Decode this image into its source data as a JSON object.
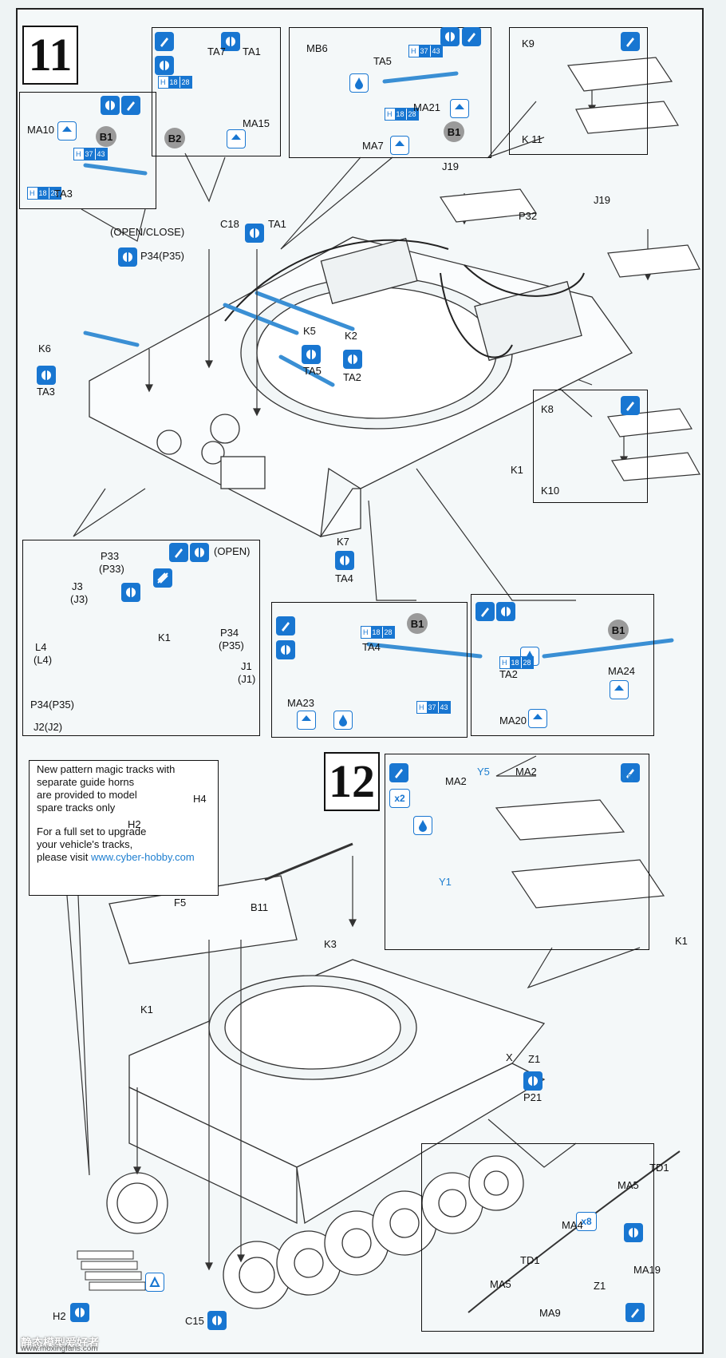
{
  "steps": {
    "s11": "11",
    "s12": "12"
  },
  "labels": {
    "ta7": "TA7",
    "ta1": "TA1",
    "ma15": "MA15",
    "b2": "B2",
    "mb6": "MB6",
    "ta5": "TA5",
    "ma21": "MA21",
    "ma7": "MA7",
    "b1": "B1",
    "k9": "K9",
    "k11": "K 11",
    "ma10": "MA10",
    "ta3": "TA3",
    "open_close": "(OPEN/CLOSE)",
    "p34_p35": "P34(P35)",
    "c18": "C18",
    "ta1b": "TA1",
    "j19a": "J19",
    "p32": "P32",
    "j19b": "J19",
    "k6": "K6",
    "ta3b": "TA3",
    "k5": "K5",
    "k2": "K2",
    "ta5b": "TA5",
    "ta2": "TA2",
    "k8": "K8",
    "k10": "K10",
    "k1": "K1",
    "k7": "K7",
    "ta4": "TA4",
    "p33": "P33",
    "p33b": "(P33)",
    "j3": "J3",
    "j3b": "(J3)",
    "l4": "L4",
    "l4b": "(L4)",
    "p34_p35b": "P34(P35)",
    "j2": "J2(J2)",
    "open": "(OPEN)",
    "k1b": "K1",
    "p34": "P34",
    "p35": "(P35)",
    "j1": "J1",
    "j1b": "(J1)",
    "ta4b": "TA4",
    "ma23": "MA23",
    "ta2b": "TA2",
    "ma24": "MA24",
    "ma20": "MA20",
    "note1": "New pattern magic tracks with",
    "note2": "separate guide horns",
    "note3": "are provided to model",
    "note4": "spare tracks only",
    "note5": "For a full set to upgrade",
    "note6": "your vehicle's tracks,",
    "note7": "please visit",
    "note_link": "www.cyber-hobby.com",
    "h2": "H2",
    "h4": "H4",
    "y5": "Y5",
    "ma2a": "MA2",
    "ma2b": "MA2",
    "y1": "Y1",
    "x2": "x2",
    "y5b": "Y5",
    "k1c": "K1",
    "f5": "F5",
    "b11": "B11",
    "k3": "K3",
    "k1d": "K1",
    "x": "X",
    "z1": "Z1",
    "p21": "P21",
    "ma5": "MA5",
    "td1": "TD1",
    "ma4": "MA4",
    "x8": "x8",
    "ma19": "MA19",
    "z1b": "Z1",
    "td1b": "TD1",
    "ma5b": "MA5",
    "ma9": "MA9",
    "h2b": "H2",
    "c15": "C15"
  },
  "paint_refs": {
    "h18": "H",
    "n18": "18",
    "n28": "28",
    "n37": "37",
    "n43": "43"
  },
  "icons": [
    "glue-icon",
    "double-sided-glue-icon",
    "remove-part-icon",
    "paint-drop-icon",
    "arrow-up-icon",
    "cut-icon"
  ],
  "colors": {
    "accent": "#1876d1",
    "link": "#1f7fd0"
  },
  "watermark": "静态模型爱好者",
  "watermark_url": "www.moxingfans.com"
}
